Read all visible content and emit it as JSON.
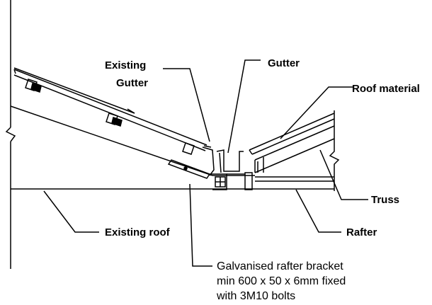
{
  "labels": {
    "existing_gutter_line1": "Existing",
    "existing_gutter_line2": "Gutter",
    "gutter": "Gutter",
    "roof_material": "Roof material",
    "truss": "Truss",
    "existing_roof": "Existing roof",
    "rafter": "Rafter",
    "bracket_line1": "Galvanised rafter bracket",
    "bracket_line2": "min 600 x 50 x 6mm fixed",
    "bracket_line3": "with 3M10 bolts"
  }
}
